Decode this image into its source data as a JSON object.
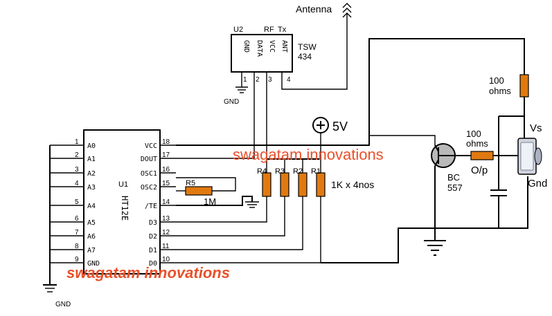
{
  "labels": {
    "antenna": "Antenna",
    "u2": "U2",
    "rf": "RF",
    "tx": "Tx",
    "tsw": "TSW",
    "tsw_num": "434",
    "gnd_top": "GND",
    "gnd_bottom": "GND",
    "supply": "5V",
    "r100_value": "100",
    "r100_unit": "ohms",
    "r100b_value": "100",
    "r100b_unit": "ohms",
    "vs": "Vs",
    "gnd_led": "Gnd",
    "op": "O/p",
    "transistor_name": "BC",
    "transistor_num": "557",
    "resistor_bank": "1K x 4nos",
    "r5": "R5",
    "r5_value": "1M",
    "u1": "U1",
    "ic": "HT12E",
    "r1": "R1",
    "r2": "R2",
    "r3": "R3",
    "r4": "R4",
    "watermark_top": "swagatam innovations",
    "watermark_bottom": "swagatam innovations"
  },
  "tsw_pins": {
    "names": [
      "GND",
      "DATA",
      "VCC",
      "ANT"
    ],
    "numbers": [
      "1",
      "2",
      "3",
      "4"
    ]
  },
  "ic_left_pins": {
    "numbers": [
      "1",
      "2",
      "3",
      "4",
      "5",
      "6",
      "7",
      "8",
      "9"
    ],
    "names": [
      "A0",
      "A1",
      "A2",
      "A3",
      "A4",
      "A5",
      "A6",
      "A7",
      "GND"
    ]
  },
  "ic_right_pins": {
    "numbers": [
      "18",
      "17",
      "16",
      "15",
      "14",
      "13",
      "12",
      "11",
      "10"
    ],
    "names": [
      "VCC",
      "DOUT",
      "OSC1",
      "OSC2",
      "/TE",
      "D3",
      "D2",
      "D1",
      "D0"
    ]
  }
}
